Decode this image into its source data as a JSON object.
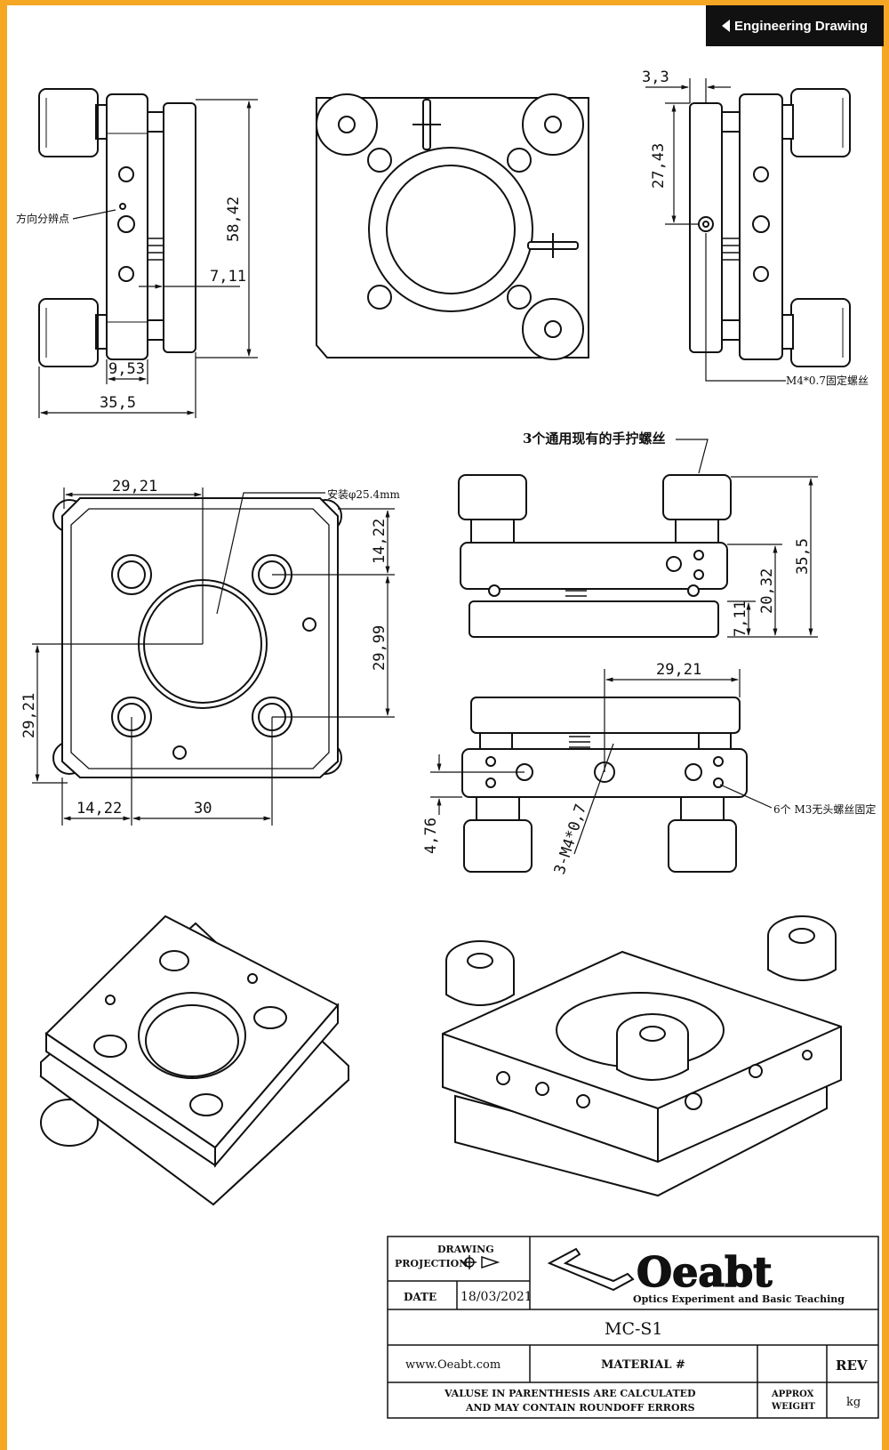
{
  "header": {
    "badge_label": "Engineering Drawing"
  },
  "dimensions": {
    "d_58_42": "58,42",
    "d_7_11_top": "7,11",
    "d_9_53": "9,53",
    "d_35_5_top": "35,5",
    "d_3_3": "3,3",
    "d_27_43": "27,43",
    "d_29_21_a": "29,21",
    "d_14_22_v": "14,22",
    "d_29_99": "29,99",
    "d_29_21_v": "29,21",
    "d_14_22_h": "14,22",
    "d_30": "30",
    "d_35_5_right": "35,5",
    "d_20_32": "20,32",
    "d_7_11_right": "7,11",
    "d_29_21_b": "29,21",
    "d_4_76": "4,76",
    "d_3_m4": "3-M4*0,7"
  },
  "notes": {
    "direction_point": "方向分辨点",
    "m4_fixing": "M4*0.7固定螺丝",
    "hand_screws": "3个通用现有的手拧螺丝",
    "mount_dia": "安装φ25.4mm",
    "m3_set_screws": "6个 M3无头螺丝固定"
  },
  "title_block": {
    "drawing_label": "DRAWING",
    "projection_label": "PROJECTION",
    "date_label": "DATE",
    "date_value": "18/03/2021",
    "logo_text": "Oeabt",
    "logo_tagline": "Optics Experiment and Basic Teaching",
    "part_number": "MC-S1",
    "website": "www.Oeabt.com",
    "material_label": "MATERIAL #",
    "rev_label": "REV",
    "disclaimer_line1": "VALUSE IN PARENTHESIS ARE CALCULATED",
    "disclaimer_line2": "AND MAY CONTAIN ROUNDOFF ERRORS",
    "approx_label": "APPROX",
    "weight_label": "WEIGHT",
    "weight_unit": "kg"
  }
}
